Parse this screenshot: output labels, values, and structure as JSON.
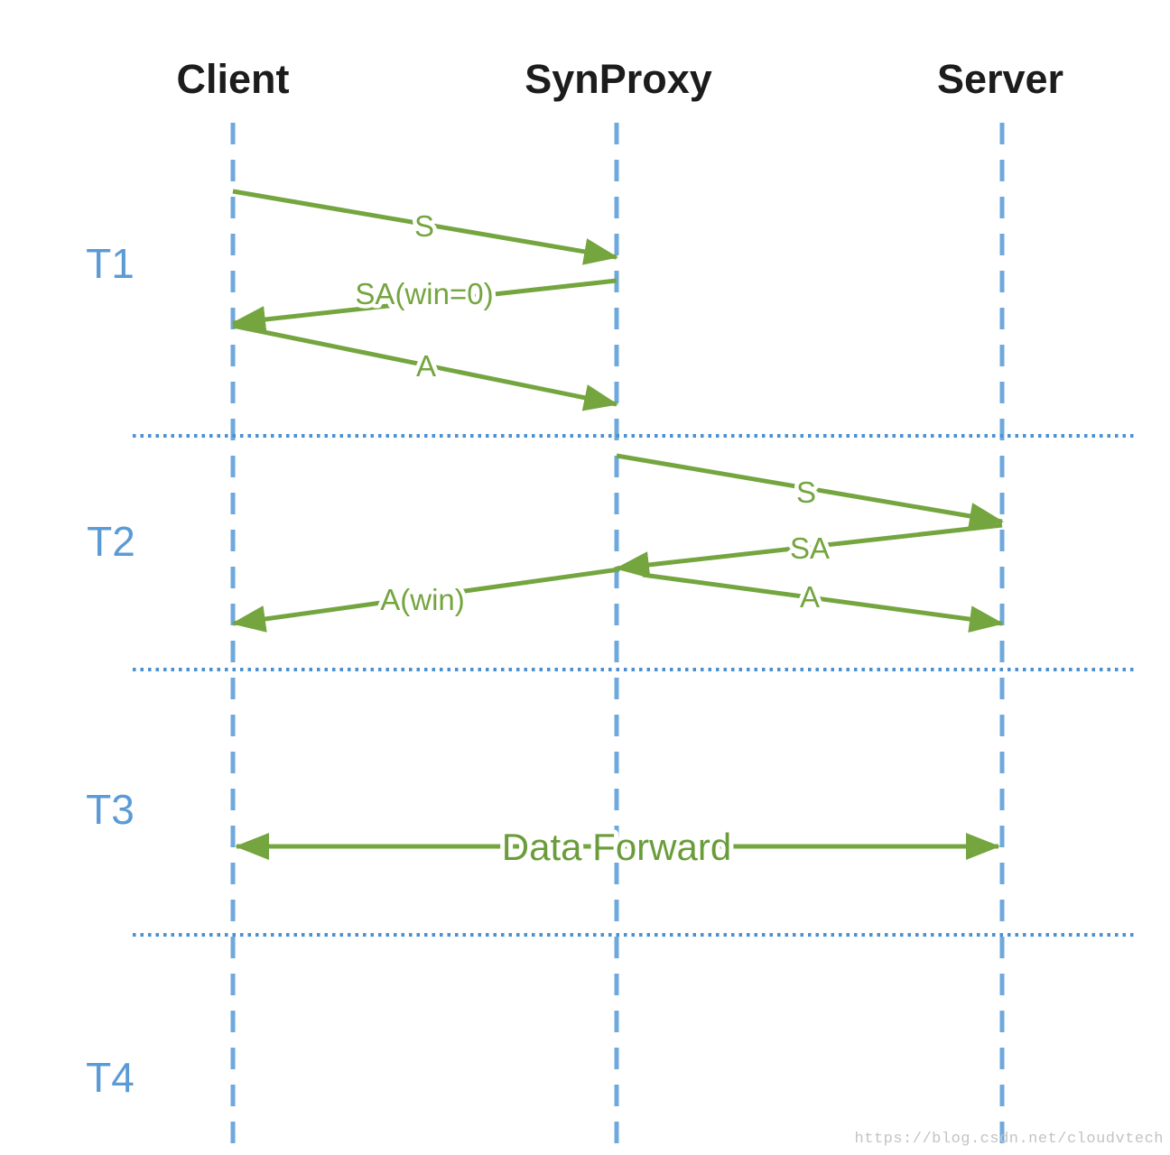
{
  "diagram": {
    "type": "sequence-diagram",
    "subject": "SynProxy TCP handshake flow",
    "actors": [
      {
        "label": "Client"
      },
      {
        "label": "SynProxy"
      },
      {
        "label": "Server"
      }
    ],
    "time_labels": [
      {
        "label": "T1"
      },
      {
        "label": "T2"
      },
      {
        "label": "T3"
      },
      {
        "label": "T4"
      }
    ],
    "messages": [
      {
        "label": "S",
        "from": "Client",
        "to": "SynProxy",
        "phase": "T1",
        "bidirectional": false
      },
      {
        "label": "SA(win=0)",
        "from": "SynProxy",
        "to": "Client",
        "phase": "T1",
        "bidirectional": false
      },
      {
        "label": "A",
        "from": "Client",
        "to": "SynProxy",
        "phase": "T1",
        "bidirectional": false
      },
      {
        "label": "S",
        "from": "SynProxy",
        "to": "Server",
        "phase": "T2",
        "bidirectional": false
      },
      {
        "label": "SA",
        "from": "Server",
        "to": "SynProxy",
        "phase": "T2",
        "bidirectional": false
      },
      {
        "label": "A(win)",
        "from": "SynProxy",
        "to": "Client",
        "phase": "T2",
        "bidirectional": false
      },
      {
        "label": "A",
        "from": "SynProxy",
        "to": "Server",
        "phase": "T2",
        "bidirectional": false
      },
      {
        "label": "Data Forward",
        "from": "Client",
        "to": "Server",
        "phase": "T3",
        "bidirectional": true
      }
    ],
    "watermark": "https://blog.csdn.net/cloudvtech",
    "colors": {
      "arrow_green": "#74a53f",
      "lifeline_blue": "#6fa8dc",
      "separator_blue": "#4a90d2",
      "time_label_blue": "#5b9bd5",
      "actor_black": "#1c1c1c",
      "watermark_gray": "#c4c3c3",
      "background": "#ffffff"
    }
  }
}
